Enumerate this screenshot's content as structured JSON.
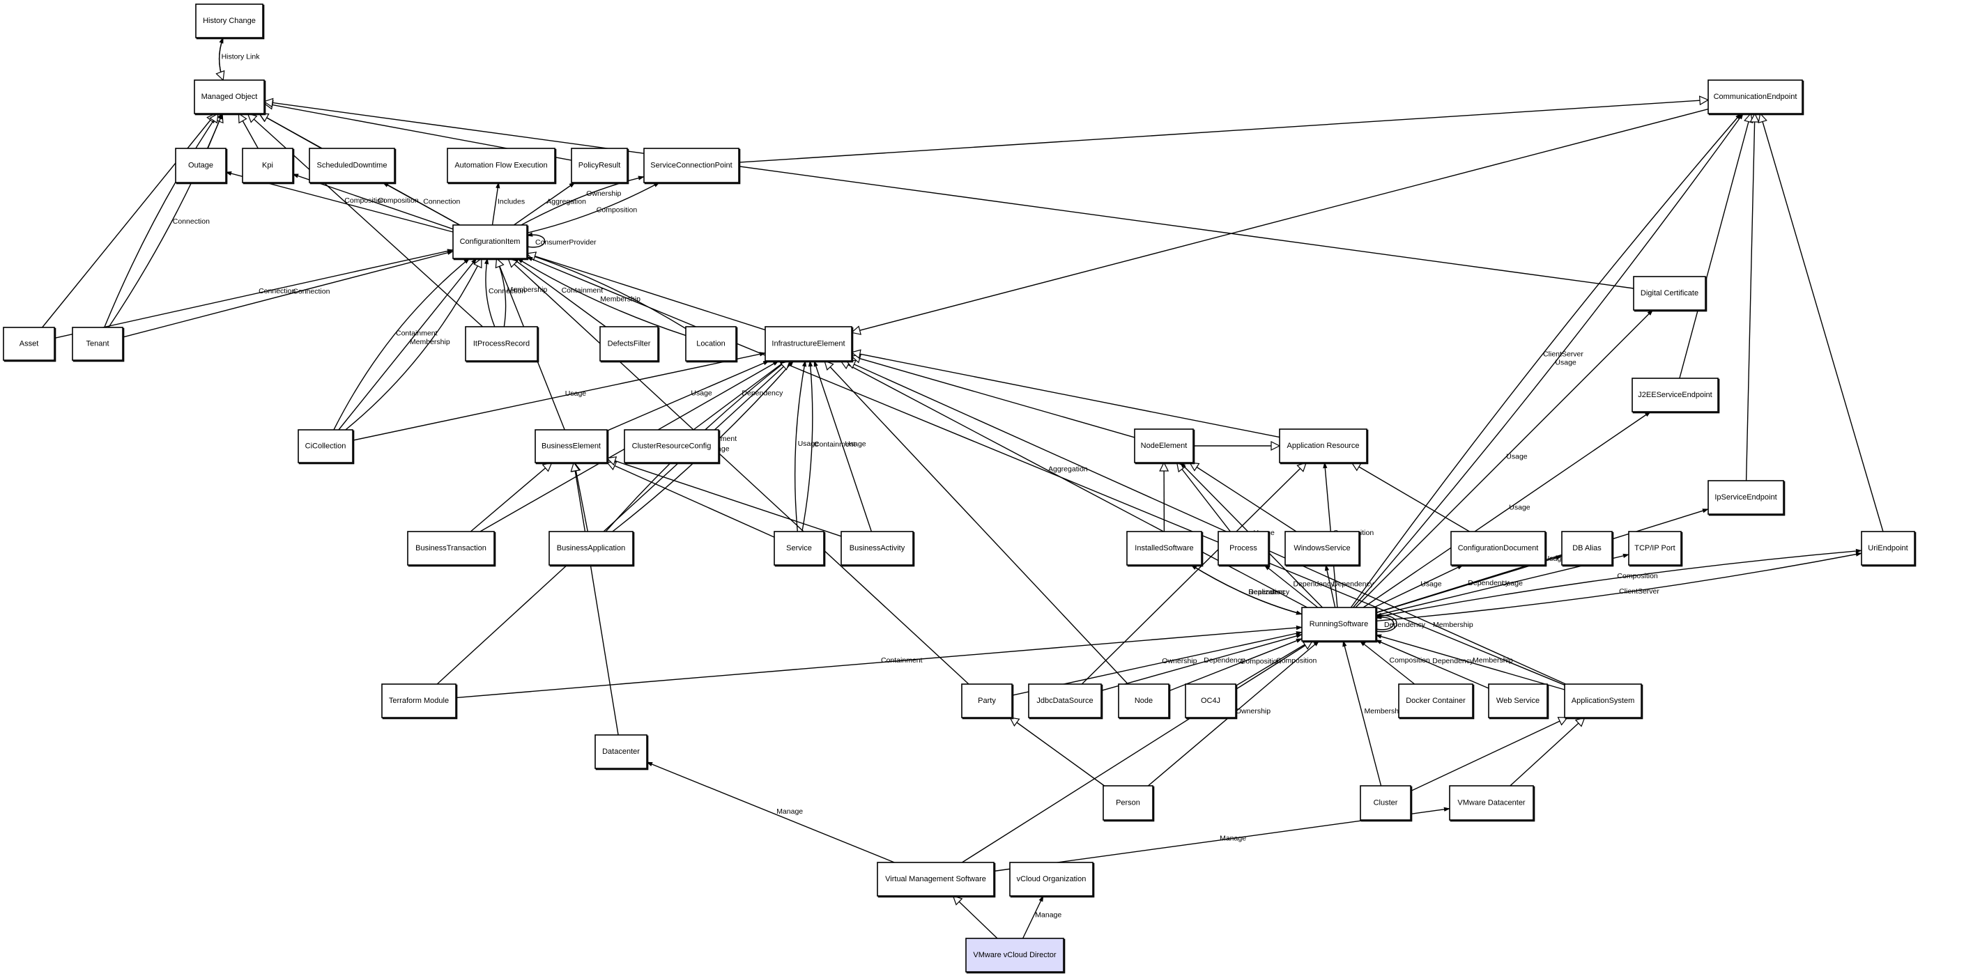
{
  "diagram": {
    "title": "VMware vCloud Director class model",
    "highlight_color": "#dcdcfc",
    "nodes": [
      {
        "id": "history_change",
        "label": "History Change"
      },
      {
        "id": "managed_object",
        "label": "Managed Object"
      },
      {
        "id": "outage",
        "label": "Outage"
      },
      {
        "id": "kpi",
        "label": "Kpi"
      },
      {
        "id": "scheduled_downtime",
        "label": "ScheduledDowntime"
      },
      {
        "id": "automation_flow_execution",
        "label": "Automation Flow Execution"
      },
      {
        "id": "policy_result",
        "label": "PolicyResult"
      },
      {
        "id": "service_connection_point",
        "label": "ServiceConnectionPoint"
      },
      {
        "id": "communication_endpoint",
        "label": "CommunicationEndpoint"
      },
      {
        "id": "configuration_item",
        "label": "ConfigurationItem"
      },
      {
        "id": "digital_certificate",
        "label": "Digital Certificate"
      },
      {
        "id": "asset",
        "label": "Asset"
      },
      {
        "id": "tenant",
        "label": "Tenant"
      },
      {
        "id": "it_process_record",
        "label": "ItProcessRecord"
      },
      {
        "id": "defects_filter",
        "label": "DefectsFilter"
      },
      {
        "id": "location",
        "label": "Location"
      },
      {
        "id": "infrastructure_element",
        "label": "InfrastructureElement"
      },
      {
        "id": "j2ee_service_endpoint",
        "label": "J2EEServiceEndpoint"
      },
      {
        "id": "ci_collection",
        "label": "CiCollection"
      },
      {
        "id": "business_element",
        "label": "BusinessElement"
      },
      {
        "id": "cluster_resource_config",
        "label": "ClusterResourceConfig"
      },
      {
        "id": "node_element",
        "label": "NodeElement"
      },
      {
        "id": "application_resource",
        "label": "Application Resource"
      },
      {
        "id": "ip_service_endpoint",
        "label": "IpServiceEndpoint"
      },
      {
        "id": "business_transaction",
        "label": "BusinessTransaction"
      },
      {
        "id": "business_application",
        "label": "BusinessApplication"
      },
      {
        "id": "service",
        "label": "Service"
      },
      {
        "id": "business_activity",
        "label": "BusinessActivity"
      },
      {
        "id": "installed_software",
        "label": "InstalledSoftware"
      },
      {
        "id": "process",
        "label": "Process"
      },
      {
        "id": "windows_service",
        "label": "WindowsService"
      },
      {
        "id": "configuration_document",
        "label": "ConfigurationDocument"
      },
      {
        "id": "db_alias",
        "label": "DB Alias"
      },
      {
        "id": "tcpip_port",
        "label": "TCP/IP Port"
      },
      {
        "id": "uri_endpoint",
        "label": "UriEndpoint"
      },
      {
        "id": "running_software",
        "label": "RunningSoftware"
      },
      {
        "id": "terraform_module",
        "label": "Terraform Module"
      },
      {
        "id": "party",
        "label": "Party"
      },
      {
        "id": "jdbc_data_source",
        "label": "JdbcDataSource"
      },
      {
        "id": "node",
        "label": "Node"
      },
      {
        "id": "oc4j",
        "label": "OC4J"
      },
      {
        "id": "docker_container",
        "label": "Docker Container"
      },
      {
        "id": "web_service",
        "label": "Web Service"
      },
      {
        "id": "application_system",
        "label": "ApplicationSystem"
      },
      {
        "id": "datacenter",
        "label": "Datacenter"
      },
      {
        "id": "person",
        "label": "Person"
      },
      {
        "id": "cluster",
        "label": "Cluster"
      },
      {
        "id": "vmware_datacenter",
        "label": "VMware Datacenter"
      },
      {
        "id": "virtual_management_software",
        "label": "Virtual Management Software"
      },
      {
        "id": "vcloud_organization",
        "label": "vCloud Organization"
      },
      {
        "id": "vmware_vcloud_director",
        "label": "VMware vCloud Director",
        "highlighted": true
      }
    ],
    "edges": [
      {
        "from": "managed_object",
        "to": "history_change",
        "label": "History Link",
        "kind": "association"
      },
      {
        "from": "history_change",
        "to": "managed_object",
        "label": "",
        "kind": "generalization"
      },
      {
        "from": "outage",
        "to": "managed_object",
        "label": "",
        "kind": "generalization"
      },
      {
        "from": "kpi",
        "to": "managed_object",
        "label": "",
        "kind": "generalization"
      },
      {
        "from": "scheduled_downtime",
        "to": "managed_object",
        "label": "",
        "kind": "generalization"
      },
      {
        "from": "configuration_item",
        "to": "managed_object",
        "label": "",
        "kind": "generalization"
      },
      {
        "from": "policy_result",
        "to": "managed_object",
        "label": "",
        "kind": "generalization"
      },
      {
        "from": "digital_certificate",
        "to": "managed_object",
        "label": "",
        "kind": "generalization"
      },
      {
        "from": "asset",
        "to": "managed_object",
        "label": "",
        "kind": "generalization"
      },
      {
        "from": "tenant",
        "to": "managed_object",
        "label": "",
        "kind": "generalization"
      },
      {
        "from": "tenant",
        "to": "managed_object",
        "label": "Connection",
        "kind": "association"
      },
      {
        "from": "it_process_record",
        "to": "managed_object",
        "label": "",
        "kind": "generalization"
      },
      {
        "from": "configuration_item",
        "to": "outage",
        "label": "Composition",
        "kind": "association"
      },
      {
        "from": "configuration_item",
        "to": "kpi",
        "label": "Composition",
        "kind": "association"
      },
      {
        "from": "configuration_item",
        "to": "scheduled_downtime",
        "label": "Connection",
        "kind": "association"
      },
      {
        "from": "configuration_item",
        "to": "automation_flow_execution",
        "label": "Includes",
        "kind": "association"
      },
      {
        "from": "configuration_item",
        "to": "policy_result",
        "label": "Aggregation",
        "kind": "association"
      },
      {
        "from": "configuration_item",
        "to": "service_connection_point",
        "label": "Ownership",
        "kind": "association"
      },
      {
        "from": "configuration_item",
        "to": "service_connection_point",
        "label": "Composition",
        "kind": "association"
      },
      {
        "from": "configuration_item",
        "to": "configuration_item",
        "label": "ConsumerProvider",
        "kind": "association"
      },
      {
        "from": "service_connection_point",
        "to": "communication_endpoint",
        "label": "",
        "kind": "generalization"
      },
      {
        "from": "asset",
        "to": "configuration_item",
        "label": "Connection",
        "kind": "association"
      },
      {
        "from": "tenant",
        "to": "configuration_item",
        "label": "Connection",
        "kind": "association"
      },
      {
        "from": "it_process_record",
        "to": "configuration_item",
        "label": "Connection",
        "kind": "association"
      },
      {
        "from": "it_process_record",
        "to": "configuration_item",
        "label": "Membership",
        "kind": "association"
      },
      {
        "from": "defects_filter",
        "to": "configuration_item",
        "label": "Containment",
        "kind": "association"
      },
      {
        "from": "location",
        "to": "configuration_item",
        "label": "Membership",
        "kind": "association"
      },
      {
        "from": "location",
        "to": "configuration_item",
        "label": "",
        "kind": "association"
      },
      {
        "from": "infrastructure_element",
        "to": "configuration_item",
        "label": "",
        "kind": "generalization"
      },
      {
        "from": "ci_collection",
        "to": "configuration_item",
        "label": "Containment",
        "kind": "association"
      },
      {
        "from": "ci_collection",
        "to": "configuration_item",
        "label": "Membership",
        "kind": "association"
      },
      {
        "from": "ci_collection",
        "to": "configuration_item",
        "label": "",
        "kind": "generalization"
      },
      {
        "from": "business_element",
        "to": "configuration_item",
        "label": "",
        "kind": "generalization"
      },
      {
        "from": "party",
        "to": "configuration_item",
        "label": "",
        "kind": "generalization"
      },
      {
        "from": "application_system",
        "to": "configuration_item",
        "label": "Aggregation",
        "kind": "association"
      },
      {
        "from": "ci_collection",
        "to": "infrastructure_element",
        "label": "Usage",
        "kind": "association"
      },
      {
        "from": "business_element",
        "to": "infrastructure_element",
        "label": "Usage",
        "kind": "association"
      },
      {
        "from": "cluster_resource_config",
        "to": "infrastructure_element",
        "label": "Dependency",
        "kind": "association"
      },
      {
        "from": "business_transaction",
        "to": "infrastructure_element",
        "label": "Usage",
        "kind": "association"
      },
      {
        "from": "business_application",
        "to": "infrastructure_element",
        "label": "Containment",
        "kind": "association"
      },
      {
        "from": "business_application",
        "to": "infrastructure_element",
        "label": "Usage",
        "kind": "association"
      },
      {
        "from": "terraform_module",
        "to": "infrastructure_element",
        "label": "",
        "kind": "generalization"
      },
      {
        "from": "service",
        "to": "infrastructure_element",
        "label": "Usage",
        "kind": "association"
      },
      {
        "from": "service",
        "to": "infrastructure_element",
        "label": "Containment",
        "kind": "association"
      },
      {
        "from": "business_activity",
        "to": "infrastructure_element",
        "label": "Usage",
        "kind": "association"
      },
      {
        "from": "node_element",
        "to": "infrastructure_element",
        "label": "",
        "kind": "generalization"
      },
      {
        "from": "application_resource",
        "to": "infrastructure_element",
        "label": "",
        "kind": "generalization"
      },
      {
        "from": "communication_endpoint",
        "to": "infrastructure_element",
        "label": "",
        "kind": "generalization"
      },
      {
        "from": "node",
        "to": "infrastructure_element",
        "label": "",
        "kind": "generalization"
      },
      {
        "from": "running_software",
        "to": "infrastructure_element",
        "label": "",
        "kind": "generalization"
      },
      {
        "from": "application_system",
        "to": "infrastructure_element",
        "label": "",
        "kind": "generalization"
      },
      {
        "from": "business_transaction",
        "to": "business_element",
        "label": "",
        "kind": "generalization"
      },
      {
        "from": "business_application",
        "to": "business_element",
        "label": "",
        "kind": "generalization"
      },
      {
        "from": "service",
        "to": "business_element",
        "label": "",
        "kind": "generalization"
      },
      {
        "from": "business_activity",
        "to": "business_element",
        "label": "",
        "kind": "generalization"
      },
      {
        "from": "datacenter",
        "to": "business_element",
        "label": "",
        "kind": "generalization"
      },
      {
        "from": "installed_software",
        "to": "node_element",
        "label": "",
        "kind": "generalization"
      },
      {
        "from": "process",
        "to": "node_element",
        "label": "",
        "kind": "generalization"
      },
      {
        "from": "windows_service",
        "to": "node_element",
        "label": "",
        "kind": "generalization"
      },
      {
        "from": "node_element",
        "to": "application_resource",
        "label": "",
        "kind": "generalization"
      },
      {
        "from": "configuration_document",
        "to": "application_resource",
        "label": "",
        "kind": "generalization"
      },
      {
        "from": "running_software",
        "to": "node_element",
        "label": "Usage",
        "kind": "association"
      },
      {
        "from": "jdbc_data_source",
        "to": "application_resource",
        "label": "",
        "kind": "generalization"
      },
      {
        "from": "running_software",
        "to": "digital_certificate",
        "label": "Usage",
        "kind": "association"
      },
      {
        "from": "running_software",
        "to": "installed_software",
        "label": "Dependency",
        "kind": "association"
      },
      {
        "from": "installed_software",
        "to": "running_software",
        "label": "Realization",
        "kind": "association"
      },
      {
        "from": "running_software",
        "to": "process",
        "label": "Dependency",
        "kind": "association"
      },
      {
        "from": "running_software",
        "to": "windows_service",
        "label": "Dependency",
        "kind": "association"
      },
      {
        "from": "running_software",
        "to": "application_resource",
        "label": "Composition",
        "kind": "association"
      },
      {
        "from": "running_software",
        "to": "configuration_document",
        "label": "Usage",
        "kind": "association"
      },
      {
        "from": "running_software",
        "to": "db_alias",
        "label": "Dependency",
        "kind": "association"
      },
      {
        "from": "running_software",
        "to": "tcpip_port",
        "label": "Usage",
        "kind": "association"
      },
      {
        "from": "running_software",
        "to": "j2ee_service_endpoint",
        "label": "Usage",
        "kind": "association"
      },
      {
        "from": "running_software",
        "to": "ip_service_endpoint",
        "label": "Usage",
        "kind": "association"
      },
      {
        "from": "running_software",
        "to": "communication_endpoint",
        "label": "ClientServer",
        "kind": "association"
      },
      {
        "from": "running_software",
        "to": "communication_endpoint",
        "label": "Usage",
        "kind": "association"
      },
      {
        "from": "running_software",
        "to": "uri_endpoint",
        "label": "Composition",
        "kind": "association"
      },
      {
        "from": "running_software",
        "to": "uri_endpoint",
        "label": "ClientServer",
        "kind": "association"
      },
      {
        "from": "running_software",
        "to": "running_software",
        "label": "Dependency",
        "kind": "association"
      },
      {
        "from": "running_software",
        "to": "running_software",
        "label": "Membership",
        "kind": "association"
      },
      {
        "from": "j2ee_service_endpoint",
        "to": "communication_endpoint",
        "label": "",
        "kind": "generalization"
      },
      {
        "from": "ip_service_endpoint",
        "to": "communication_endpoint",
        "label": "",
        "kind": "generalization"
      },
      {
        "from": "uri_endpoint",
        "to": "communication_endpoint",
        "label": "",
        "kind": "generalization"
      },
      {
        "from": "terraform_module",
        "to": "running_software",
        "label": "Containment",
        "kind": "association"
      },
      {
        "from": "party",
        "to": "running_software",
        "label": "Ownership",
        "kind": "association"
      },
      {
        "from": "jdbc_data_source",
        "to": "running_software",
        "label": "Dependency",
        "kind": "association"
      },
      {
        "from": "node",
        "to": "running_software",
        "label": "Composition",
        "kind": "association"
      },
      {
        "from": "oc4j",
        "to": "running_software",
        "label": "Composition",
        "kind": "association"
      },
      {
        "from": "person",
        "to": "running_software",
        "label": "Ownership",
        "kind": "association"
      },
      {
        "from": "cluster",
        "to": "running_software",
        "label": "Membership",
        "kind": "association"
      },
      {
        "from": "docker_container",
        "to": "running_software",
        "label": "Composition",
        "kind": "association"
      },
      {
        "from": "web_service",
        "to": "running_software",
        "label": "Dependency",
        "kind": "association"
      },
      {
        "from": "application_system",
        "to": "running_software",
        "label": "Membership",
        "kind": "association"
      },
      {
        "from": "virtual_management_software",
        "to": "running_software",
        "label": "",
        "kind": "generalization"
      },
      {
        "from": "person",
        "to": "party",
        "label": "",
        "kind": "generalization"
      },
      {
        "from": "cluster",
        "to": "application_system",
        "label": "",
        "kind": "generalization"
      },
      {
        "from": "vmware_datacenter",
        "to": "application_system",
        "label": "",
        "kind": "generalization"
      },
      {
        "from": "virtual_management_software",
        "to": "datacenter",
        "label": "Manage",
        "kind": "association"
      },
      {
        "from": "virtual_management_software",
        "to": "vmware_datacenter",
        "label": "Manage",
        "kind": "association"
      },
      {
        "from": "vmware_vcloud_director",
        "to": "virtual_management_software",
        "label": "",
        "kind": "generalization"
      },
      {
        "from": "vmware_vcloud_director",
        "to": "vcloud_organization",
        "label": "Manage",
        "kind": "association"
      }
    ]
  }
}
